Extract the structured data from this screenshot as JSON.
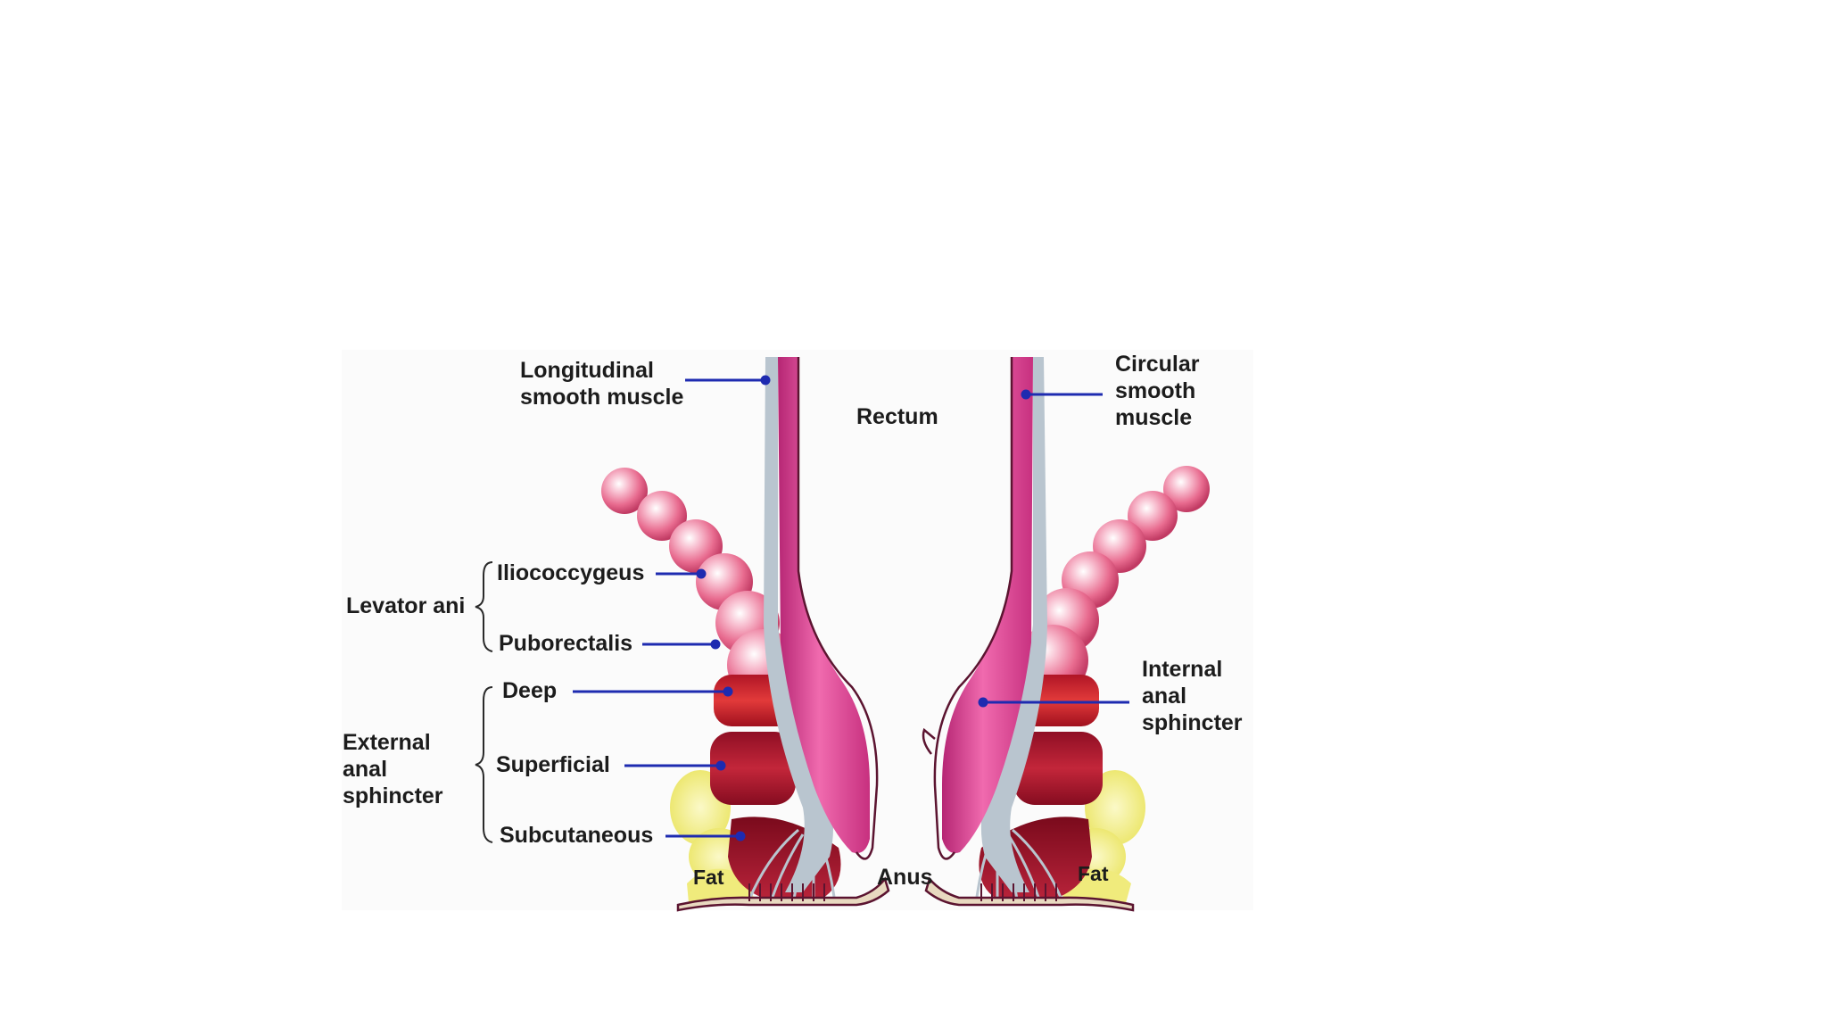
{
  "labels": {
    "longitudinal": [
      "Longitudinal",
      "smooth muscle"
    ],
    "rectum": "Rectum",
    "circular": [
      "Circular",
      "smooth",
      "muscle"
    ],
    "levator_ani": "Levator ani",
    "iliococcygeus": "Iliococcygeus",
    "puborectalis": "Puborectalis",
    "external_anal_sphincter": [
      "External",
      "anal",
      "sphincter"
    ],
    "deep": "Deep",
    "superficial": "Superficial",
    "subcutaneous": "Subcutaneous",
    "internal_anal_sphincter": [
      "Internal",
      "anal",
      "sphincter"
    ],
    "fat_left": "Fat",
    "anus": "Anus",
    "fat_right": "Fat"
  },
  "colors": {
    "pointer": "#1e2bb0",
    "smooth_muscle": "#d63c8c",
    "levator_sphere": "#ec7a9c",
    "external_sphincter": "#b8172c",
    "fat": "#f4f08a",
    "fascia": "#b9c5cf"
  }
}
